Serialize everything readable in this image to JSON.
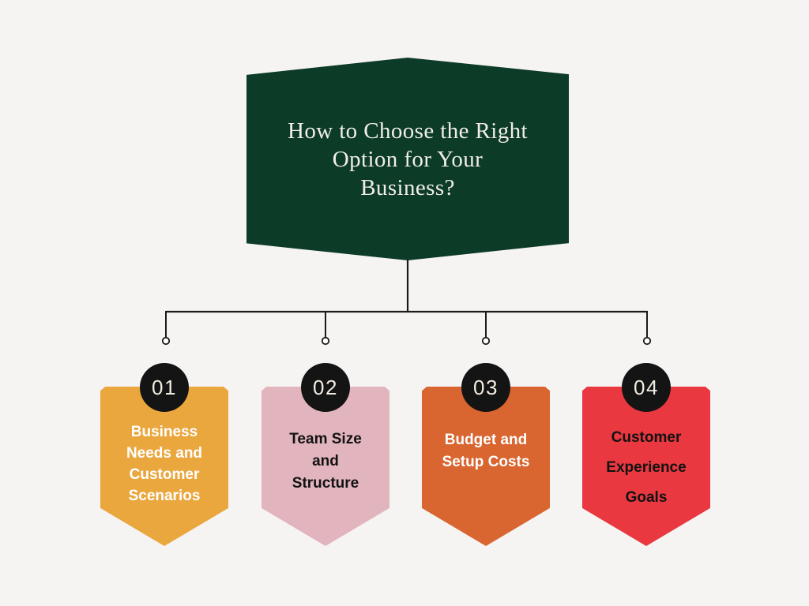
{
  "background_color": "#F5F4F2",
  "header": {
    "title": "How to Choose the Right\nOption for Your\nBusiness?",
    "bg_color": "#0C3B28",
    "text_color": "#F1EEE6"
  },
  "connector": {
    "color": "#1A1A1A"
  },
  "number_badge": {
    "bg_color": "#141414",
    "text_color": "#F2EDE2"
  },
  "steps": [
    {
      "number": "01",
      "label": "Business\nNeeds and\nCustomer\nScenarios",
      "bg_color": "#EAA73E",
      "text_color": "#FFFFFF"
    },
    {
      "number": "02",
      "label": "Team Size\nand\nStructure",
      "bg_color": "#E2B5BE",
      "text_color": "#121212"
    },
    {
      "number": "03",
      "label": "Budget and\nSetup Costs",
      "bg_color": "#D96530",
      "text_color": "#FFFFFF"
    },
    {
      "number": "04",
      "label": "Customer\nExperience\nGoals",
      "bg_color": "#E93840",
      "text_color": "#121212"
    }
  ]
}
